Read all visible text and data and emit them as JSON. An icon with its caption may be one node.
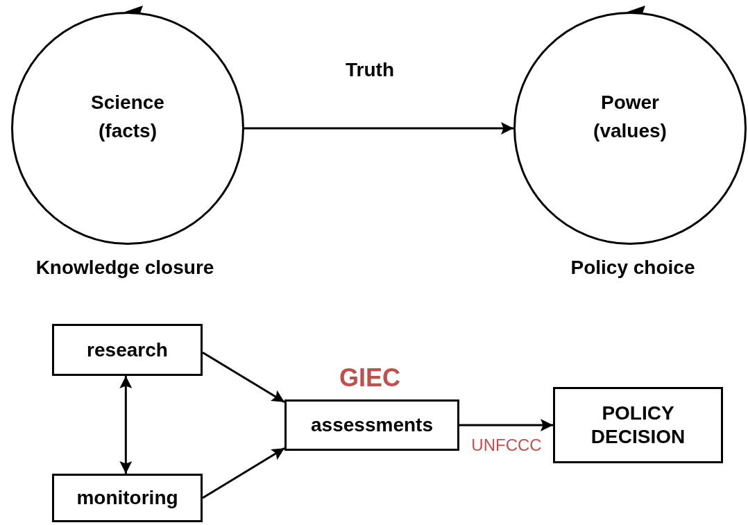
{
  "diagram": {
    "nodes": [
      {
        "text": [
          "Science (facts)"
        ],
        "beside": [
          "Knowledge closure"
        ]
      },
      {
        "text": [
          "Power (values)"
        ],
        "beside": [
          "Policy choice"
        ]
      },
      {
        "text": [
          "research"
        ]
      },
      {
        "text": [
          "monitoring"
        ]
      },
      {
        "text": [
          "assessments"
        ],
        "beside": [
          "GIEC"
        ]
      },
      {
        "text": [
          "POLICY DECISION"
        ]
      }
    ],
    "edges": [
      {
        "from": 0,
        "to": 1,
        "arrow": "to",
        "label": "Truth"
      },
      {
        "from": 2,
        "to": 4,
        "arrow": "to"
      },
      {
        "from": 3,
        "to": 4,
        "arrow": "to"
      },
      {
        "from": 2,
        "to": 3,
        "arrow": "both"
      },
      {
        "from": 4,
        "to": 5,
        "arrow": "to",
        "label": "UNFCCC"
      }
    ]
  }
}
